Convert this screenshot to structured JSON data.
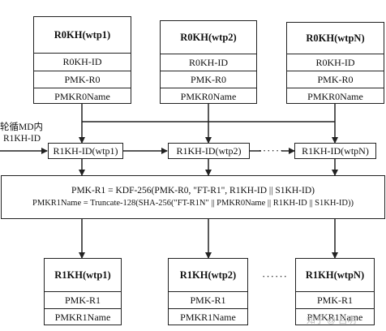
{
  "r0kh_boxes": [
    {
      "title": "R0KH(wtp1)",
      "id_label": "R0KH-ID",
      "pmk_label": "PMK-R0",
      "name_label": "PMKR0Name"
    },
    {
      "title": "R0KH(wtp2)",
      "id_label": "R0KH-ID",
      "pmk_label": "PMK-R0",
      "name_label": "PMKR0Name"
    },
    {
      "title": "R0KH(wtpN)",
      "id_label": "R0KH-ID",
      "pmk_label": "PMK-R0",
      "name_label": "PMKR0Name"
    }
  ],
  "side_note": {
    "line1": "轮循MD内",
    "line2": "R1KH-ID"
  },
  "r1kh_id_boxes": [
    "R1KH-ID(wtp1)",
    "R1KH-ID(wtp2)",
    "R1KH-ID(wtpN)"
  ],
  "ellipsis": "······",
  "derivation": {
    "line1": "PMK-R1 = KDF-256(PMK-R0, \"FT-R1\", R1KH-ID || S1KH-ID)",
    "line2": "PMKR1Name = Truncate-128(SHA-256(\"FT-R1N\" || PMKR0Name || R1KH-ID || S1KH-ID))"
  },
  "r1kh_boxes": [
    {
      "title": "R1KH(wtp1)",
      "pmk_label": "PMK-R1",
      "name_label": "PMKR1Name"
    },
    {
      "title": "R1KH(wtp2)",
      "pmk_label": "PMK-R1",
      "name_label": "PMKR1Name"
    },
    {
      "title": "R1KH(wtpN)",
      "pmk_label": "PMK-R1",
      "name_label": "PMKR1Name"
    }
  ],
  "watermark": "知乎 @ 吕明"
}
